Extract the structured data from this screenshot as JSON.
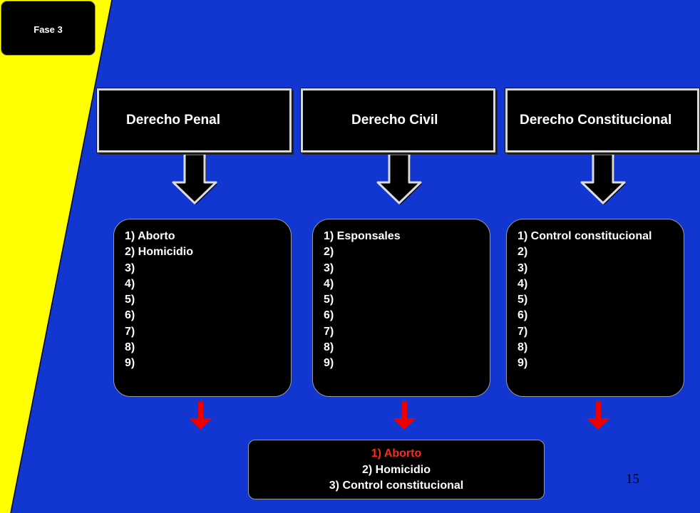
{
  "colors": {
    "background": "#1236d0",
    "accent_stripe": "#ffff00",
    "box_fill": "#000000",
    "text": "#ffffff",
    "highlight": "#ff2a1a",
    "down_arrow": "#ee0000"
  },
  "phase_label": "Fase 3",
  "columns": [
    {
      "title": "Derecho Penal",
      "items": [
        "1) Aborto",
        "2) Homicidio",
        "3)",
        "4)",
        "5)",
        "6)",
        "7)",
        "8)",
        "9)"
      ]
    },
    {
      "title": "Derecho Civil",
      "items": [
        "1) Esponsales",
        "2)",
        "3)",
        "4)",
        "5)",
        "6)",
        "7)",
        "8)",
        "9)"
      ]
    },
    {
      "title": "Derecho Constitucional",
      "items": [
        "1) Control constitucional",
        "2)",
        "3)",
        "4)",
        "5)",
        "6)",
        "7)",
        "8)",
        "9)"
      ]
    }
  ],
  "result": {
    "items": [
      "1) Aborto",
      "2) Homicidio",
      "3) Control constitucional"
    ]
  },
  "page_number": "15"
}
